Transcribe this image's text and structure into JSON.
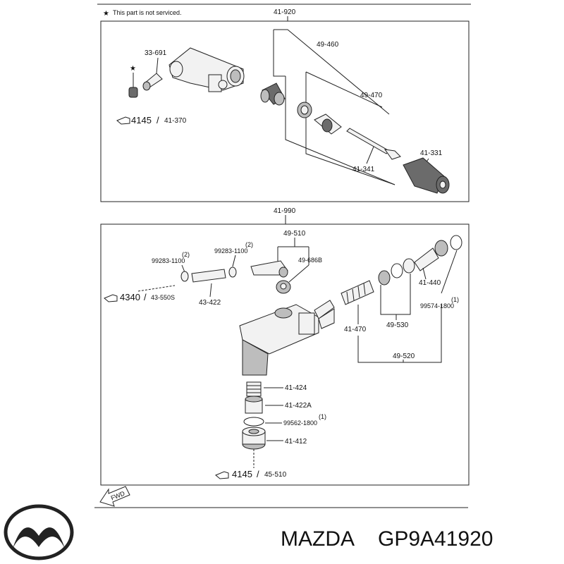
{
  "note": "This part is not serviced.",
  "brand": "MAZDA",
  "part_number": "GP9A41920",
  "assembly_top": "41-920",
  "assembly_bottom": "41-990",
  "top_labels": {
    "l_49_460": "49-460",
    "l_33_691": "33-691",
    "l_49_470": "49-470",
    "l_41_331": "41-331",
    "l_41_341": "41-341",
    "ref_4145": "4145",
    "ref_41_370": "41-370"
  },
  "bottom_labels": {
    "l_49_510": "49-510",
    "l_99283a": "99283-1100",
    "l_99283a_qty": "(2)",
    "l_99283b": "99283-1100",
    "l_99283b_qty": "(2)",
    "l_49_686b": "49-686B",
    "ref_4340": "4340",
    "ref_43_550s": "43-550S",
    "l_43_422": "43-422",
    "l_41_440": "41-440",
    "l_99574": "99574-1800",
    "l_99574_qty": "(1)",
    "l_41_470": "41-470",
    "l_49_530": "49-530",
    "l_49_520": "49-520",
    "l_41_424": "41-424",
    "l_41_422a": "41-422A",
    "l_99562": "99562-1800",
    "l_99562_qty": "(1)",
    "l_41_412": "41-412",
    "ref2_4145": "4145",
    "ref_45_510": "45-510",
    "fwd": "FWD"
  }
}
